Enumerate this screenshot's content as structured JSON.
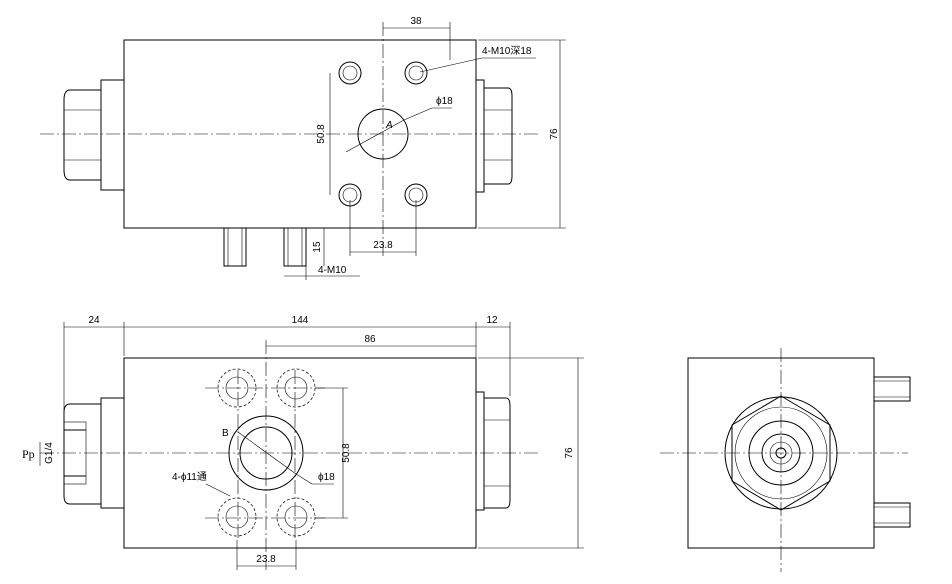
{
  "top_view": {
    "dim_38": "38",
    "dim_4m10x18": "4-M10深18",
    "dim_phi18": "ϕ18",
    "label_a": "A",
    "dim_50_8": "50.8",
    "dim_76": "76",
    "dim_23_8": "23.8",
    "dim_15": "15",
    "dim_4m10": "4-M10"
  },
  "front_view": {
    "dim_24": "24",
    "dim_144": "144",
    "dim_12": "12",
    "dim_86": "86",
    "label_b": "B",
    "dim_50_8": "50.8",
    "dim_phi18": "ϕ18",
    "dim_4phi11": "4-ϕ11通",
    "dim_23_8": "23.8",
    "dim_76": "76",
    "port_label": "Pp",
    "port_thread": "G1/4"
  }
}
